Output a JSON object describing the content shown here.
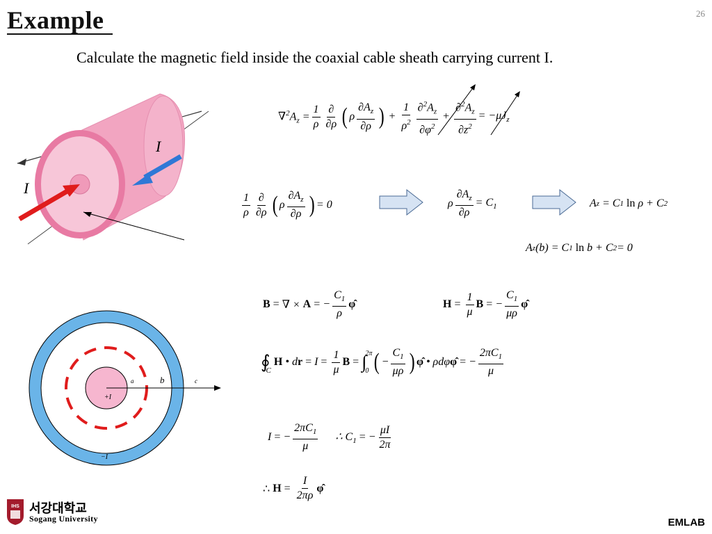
{
  "slide": {
    "title": "Example",
    "page_number": "26",
    "subtitle": "Calculate the magnetic field inside the coaxial cable sheath carrying current I.",
    "footer": "EMLAB"
  },
  "logo": {
    "korean": "서강대학교",
    "english": "Sogang University"
  },
  "figures": {
    "cable_current_label_top": "I",
    "cable_current_label_left": "I",
    "cross_section": {
      "label_a": "a",
      "label_b": "b",
      "label_c": "c",
      "label_inner": "+I",
      "label_outer": "−I",
      "outer_fill": "#6ab4e8",
      "inner_fill": "#f6b6cf",
      "dash_color": "#e01c1c"
    },
    "cable": {
      "body_color": "#f2a5c1",
      "arrow_red": "#e01c1c",
      "arrow_blue": "#2f78d6"
    }
  },
  "equations": {
    "laplacian": {
      "lhs": "∇²A",
      "lhs_sub": "z",
      "rhs": "= −μJ",
      "rhs_sub": "z"
    },
    "reduced": {
      "rhs": "= 0"
    },
    "first_integral": {
      "rhs": "= C",
      "rhs_sub": "1"
    },
    "solution": {
      "text": "A_z = C_1 ln ρ + C_2"
    },
    "boundary": {
      "text": "A_z(b) = C_1 ln b + C_2 = 0"
    },
    "B_field": {
      "lhs": "B = ∇ × A = −"
    },
    "H_field": {
      "lhs": "H ="
    },
    "ampere": {
      "mid": "H • dr = I ="
    },
    "current": {
      "lhs": "I = −"
    },
    "constant": {
      "lhs": "∴ C",
      "lhs_sub": "1",
      "eq": "= −"
    },
    "result": {
      "lhs": "∴ H ="
    }
  }
}
